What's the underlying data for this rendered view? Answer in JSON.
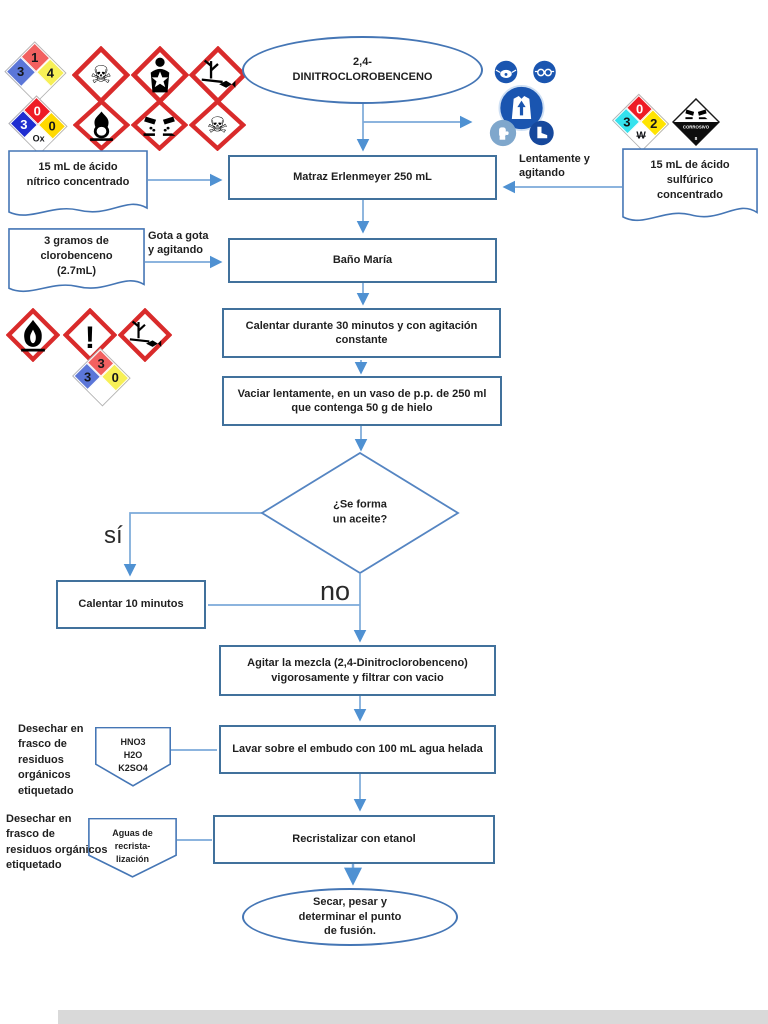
{
  "colors": {
    "box_border": "#41719c",
    "shape_border": "#4576b5",
    "arrow": "#6fa3d8",
    "arrowhead": "#4f91d2",
    "ghs_red": "#d92b2b",
    "ppe_blue": "#1a55b0",
    "nfpa_blue": "#5b76d8",
    "nfpa_red": "#ee1c25",
    "nfpa_yellow": "#ffd900",
    "nfpa_cyan": "#35e2ee"
  },
  "flow": {
    "start_line1": "2,4-",
    "start_line2": "DINITROCLOROBENCENO",
    "matraz": "Matraz Erlenmeyer 250 mL",
    "bano": "Baño María",
    "calentar30": "Calentar durante 30 minutos y con agitación constante",
    "vaciar": "Vaciar lentamente, en un vaso de p.p. de 250 ml que contenga 50 g de hielo",
    "decision_line1": "¿Se forma",
    "decision_line2": "un aceite?",
    "si": "sí",
    "no": "no",
    "calentar10": "Calentar 10 minutos",
    "agitar": "Agitar la mezcla (2,4-Dinitroclorobenceno) vigorosamente y filtrar con vacio",
    "lavar": "Lavar sobre el embudo con 100 mL agua helada",
    "recristalizar": "Recristalizar con etanol",
    "end_line1": "Secar, pesar y",
    "end_line2": "determinar el punto",
    "end_line3": "de fusión."
  },
  "inputs": {
    "nitrico_line1": "15 mL de ácido",
    "nitrico_line2": "nítrico concentrado",
    "sulfurico_line1": "15 mL de ácido",
    "sulfurico_line2": "sulfúrico",
    "sulfurico_line3": "concentrado",
    "cloro_line1": "3 gramos de",
    "cloro_line2": "clorobenceno",
    "cloro_line3": "(2.7mL)",
    "lentamente_line1": "Lentamente y",
    "lentamente_line2": "agitando",
    "gota_line1": "Gota a gota",
    "gota_line2": "y agitando"
  },
  "waste": {
    "d1": [
      "Desechar en",
      "frasco de",
      "residuos",
      "orgánicos",
      "etiquetado"
    ],
    "d2": [
      "Desechar en",
      "frasco de",
      "residuos orgánicos",
      "etiquetado"
    ],
    "p1": [
      "HNO3",
      "H2O",
      "K2SO4"
    ],
    "p2": [
      "Aguas de",
      "recrista-",
      "lización"
    ]
  },
  "nfpa": {
    "row1": {
      "health": "3",
      "flammability": "1",
      "instability": "4",
      "special": ""
    },
    "row2": {
      "health": "3",
      "flammability": "0",
      "instability": "0",
      "special": "Ox"
    },
    "mid_left": {
      "health": "3",
      "flammability": "3",
      "instability": "0",
      "special": ""
    },
    "right_side": {
      "health": "3",
      "flammability": "0",
      "instability": "2",
      "special": "W"
    }
  },
  "placard": {
    "label": "CORROSIVO",
    "un_class": "8"
  },
  "icons": {
    "ghs_row1": [
      "skull-crossbones",
      "health-hazard",
      "environment"
    ],
    "ghs_row2": [
      "oxidizer",
      "corrosive",
      "skull-crossbones"
    ],
    "ghs_mid": [
      "flame",
      "exclamation",
      "environment"
    ],
    "ppe": [
      "respirator",
      "goggles",
      "lab-coat",
      "gloves",
      "boots"
    ]
  }
}
